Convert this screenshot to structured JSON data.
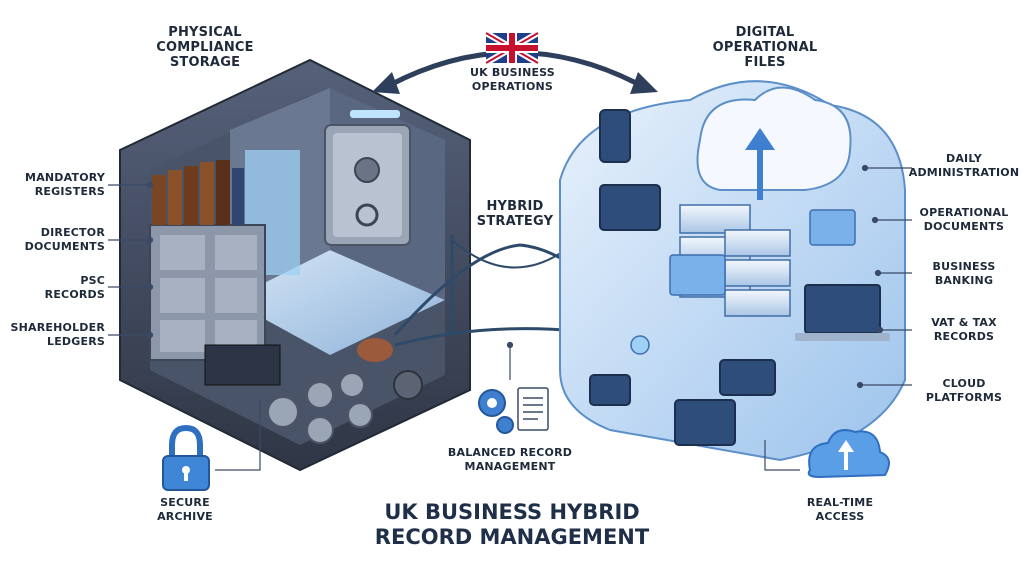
{
  "title": {
    "line1": "UK BUSINESS HYBRID",
    "line2": "RECORD MANAGEMENT"
  },
  "physical": {
    "heading_line1": "PHYSICAL",
    "heading_line2": "COMPLIANCE",
    "heading_line3": "STORAGE",
    "items": [
      {
        "line1": "MANDATORY",
        "line2": "REGISTERS"
      },
      {
        "line1": "DIRECTOR",
        "line2": "DOCUMENTS"
      },
      {
        "line1": "PSC",
        "line2": "RECORDS"
      },
      {
        "line1": "SHAREHOLDER",
        "line2": "LEDGERS"
      }
    ],
    "archive": {
      "line1": "SECURE",
      "line2": "ARCHIVE"
    }
  },
  "center": {
    "operations_line1": "UK BUSINESS",
    "operations_line2": "OPERATIONS",
    "strategy_line1": "HYBRID",
    "strategy_line2": "STRATEGY",
    "balanced_line1": "BALANCED RECORD",
    "balanced_line2": "MANAGEMENT"
  },
  "digital": {
    "heading_line1": "DIGITAL",
    "heading_line2": "OPERATIONAL",
    "heading_line3": "FILES",
    "items": [
      {
        "line1": "DAILY",
        "line2": "ADMINISTRATION"
      },
      {
        "line1": "OPERATIONAL",
        "line2": "DOCUMENTS"
      },
      {
        "line1": "BUSINESS",
        "line2": "BANKING"
      },
      {
        "line1": "VAT & TAX",
        "line2": "RECORDS"
      },
      {
        "line1": "CLOUD",
        "line2": "PLATFORMS"
      }
    ],
    "access": {
      "line1": "REAL-TIME",
      "line2": "ACCESS"
    }
  },
  "colors": {
    "vault_dark": "#3d4656",
    "vault_floor": "#b9d3ec",
    "digital_blue": "#4a8fd6",
    "digital_light": "#dbeaf8",
    "accent": "#2a6fc0",
    "text": "#1e2a3a"
  },
  "icons": [
    "uk-flag-icon",
    "padlock-icon",
    "cloud-upload-icon",
    "gears-document-icon",
    "safe-icon",
    "cloud-icon",
    "server-stack-icon"
  ]
}
